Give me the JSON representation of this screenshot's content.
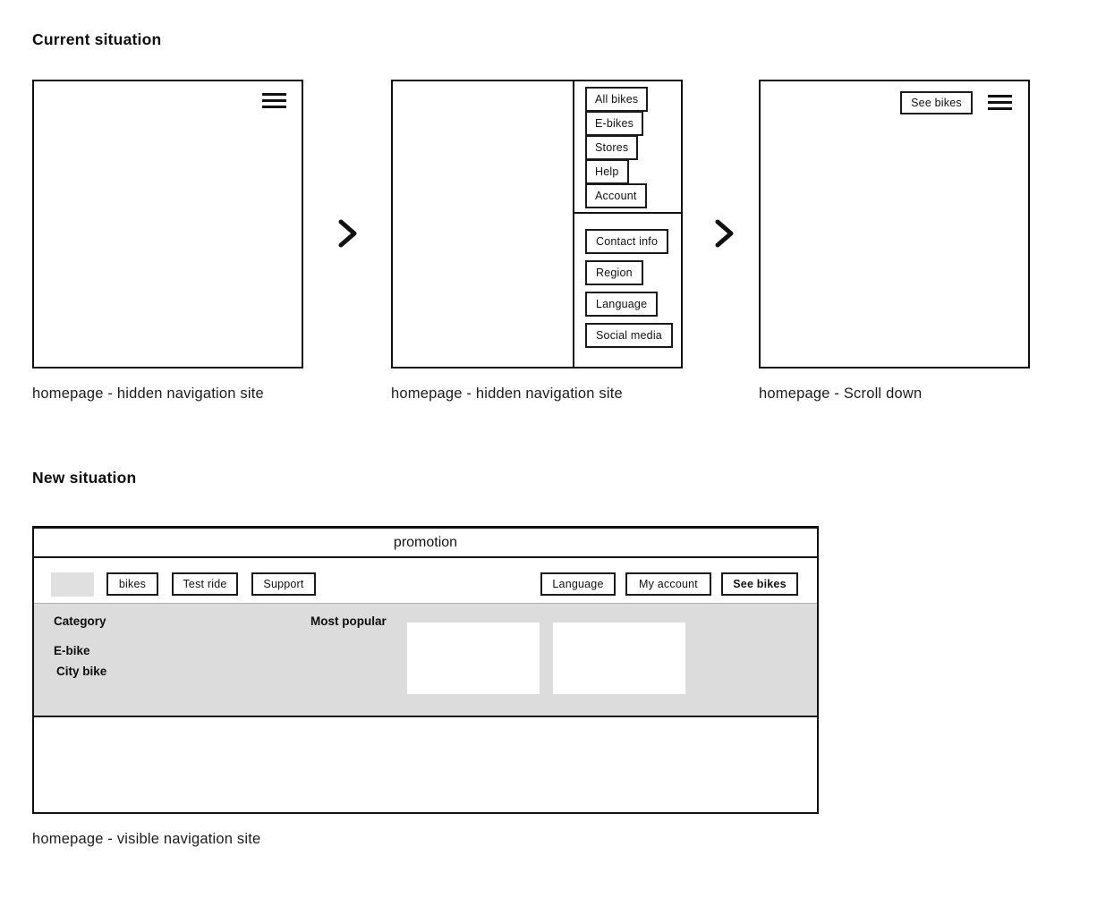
{
  "colors": {
    "ink": "#111111",
    "hero_background": "#dcdcdc",
    "logo_placeholder": "#e0e0e0"
  },
  "icons": {
    "menu": "hamburger-menu",
    "next": "chevron-right"
  },
  "current_situation": {
    "heading": "Current situation",
    "frame1": {
      "caption": "homepage - hidden navigation site"
    },
    "frame2": {
      "caption": "homepage - hidden navigation site",
      "menu_primary": [
        "All bikes",
        "E-bikes",
        "Stores",
        "Help",
        "Account"
      ],
      "menu_secondary": [
        "Contact info",
        "Region",
        "Language",
        "Social media"
      ]
    },
    "frame3": {
      "caption": "homepage - Scroll down",
      "see_bikes_label": "See bikes"
    }
  },
  "new_situation": {
    "heading": "New situation",
    "caption": "homepage - visible navigation site",
    "promotion_label": "promotion",
    "nav": {
      "left_items": [
        "bikes",
        "Test ride",
        "Support"
      ],
      "right_items": [
        "Language",
        "My account",
        "See bikes"
      ]
    },
    "hero": {
      "category_heading": "Category",
      "category_items": [
        "E-bike",
        "City bike"
      ],
      "most_popular_heading": "Most popular"
    }
  }
}
